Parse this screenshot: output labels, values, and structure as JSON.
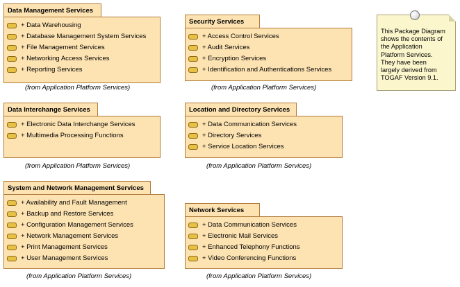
{
  "packages": [
    {
      "title": "Data Management Services",
      "items": [
        "+ Data Warehousing",
        "+ Database Management System Services",
        "+ File Management Services",
        "+ Networking Access Services",
        "+ Reporting Services"
      ],
      "from": "(from Application Platform Services)"
    },
    {
      "title": "Security Services",
      "items": [
        "+ Access Control Services",
        "+ Audit Services",
        "+ Encryption Services",
        "+ Identification and Authentications Services"
      ],
      "from": "(from Application Platform Services)"
    },
    {
      "title": "Data Interchange Services",
      "items": [
        "+ Electronic Data Interchange Services",
        "+ Multimedia Processing Functions"
      ],
      "from": "(from Application Platform Services)"
    },
    {
      "title": "Location and Directory Services",
      "items": [
        "+ Data Communication Services",
        "+ Directory Services",
        "+ Service Location Services"
      ],
      "from": "(from Application Platform Services)"
    },
    {
      "title": "System and Network Management Services",
      "items": [
        "+ Availability and Fault Management",
        "+ Backup and Restore Services",
        "+ Configuration Management Services",
        "+ Network Management Services",
        "+ Print Management Services",
        "+ User Management Services"
      ],
      "from": "(from Application Platform Services)"
    },
    {
      "title": "Network Services",
      "items": [
        "+ Data Communication Services",
        "+ Electronic Mail Services",
        "+ Enhanced Telephony Functions",
        "+ Video Conferencing Functions"
      ],
      "from": "(from Application Platform Services)"
    }
  ],
  "note": {
    "lines": [
      "This Package Diagram",
      "shows the contents of",
      "the Application",
      "Platform Services.",
      "They have been",
      "largely derived from",
      "TOGAF Version 9.1."
    ]
  },
  "colors": {
    "package_fill": "#fde3b2",
    "package_border": "#b07a3a",
    "module_icon": "#e8c046",
    "note_fill": "#fbf6cc"
  },
  "icons": {
    "item": "module-icon",
    "note": "pin-icon"
  }
}
